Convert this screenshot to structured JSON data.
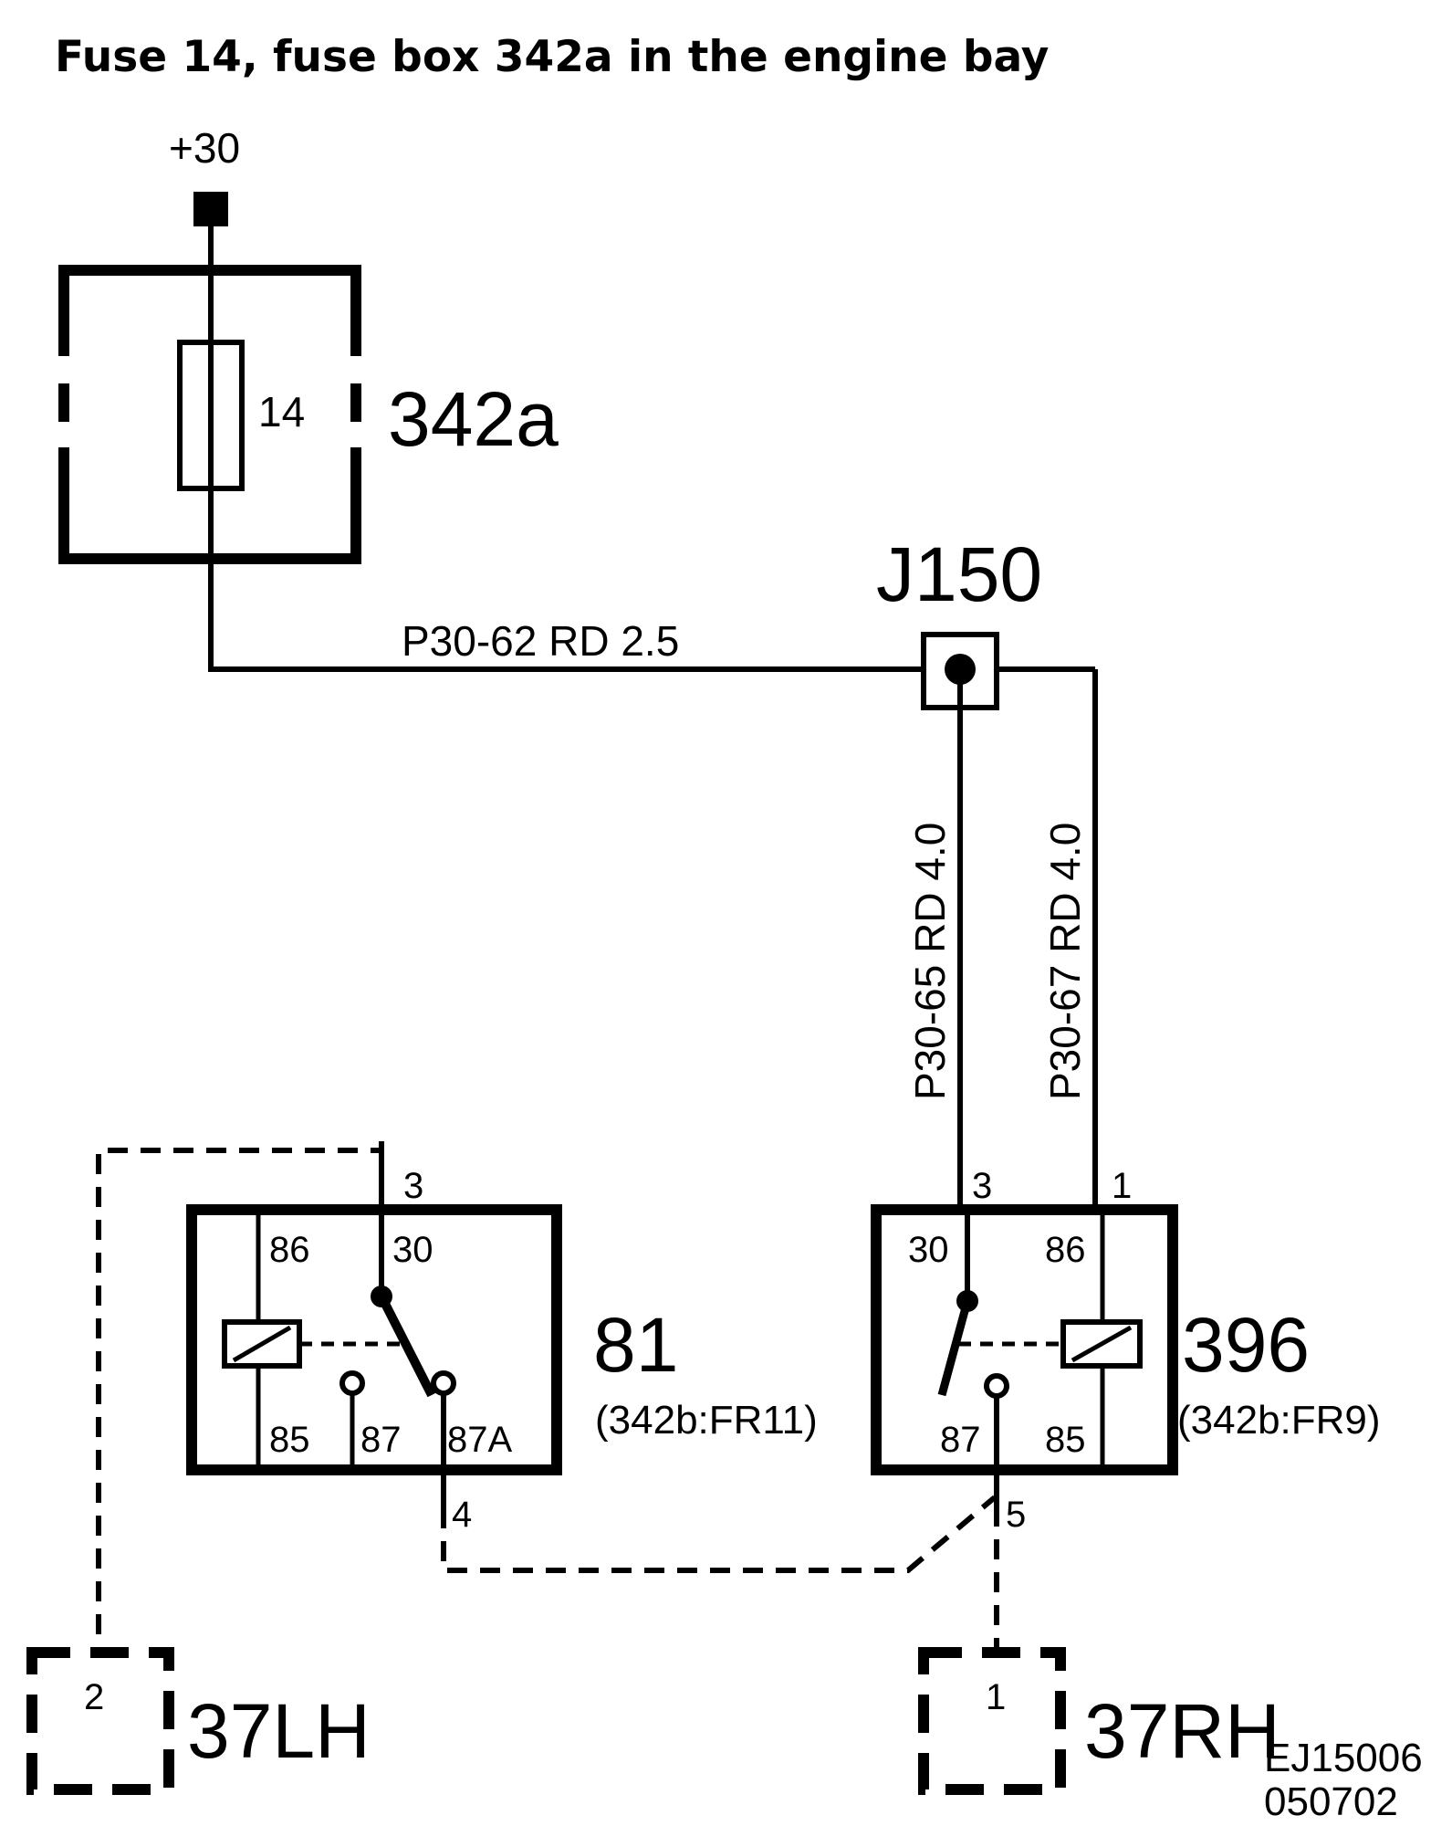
{
  "title": "Fuse 14, fuse box 342a in the engine bay",
  "supply": "+30",
  "fuse_box": {
    "id": "342a",
    "fuse_number": "14"
  },
  "junction": "J150",
  "wires": {
    "w1": "P30-62   RD   2.5",
    "w2": "P30-65  RD  4.0",
    "w3": "P30-67  RD  4.0"
  },
  "relay_81": {
    "id": "81",
    "location": "(342b:FR11)",
    "pins": {
      "p86": "86",
      "p30": "30",
      "p85": "85",
      "p87": "87",
      "p87a": "87A"
    },
    "ext3": "3",
    "ext4": "4"
  },
  "relay_396": {
    "id": "396",
    "location": "(342b:FR9)",
    "pins": {
      "p30": "30",
      "p86": "86",
      "p87": "87",
      "p85": "85"
    },
    "ext3": "3",
    "ext1": "1",
    "ext5": "5"
  },
  "conn_lh": {
    "id": "37LH",
    "pin": "2"
  },
  "conn_rh": {
    "id": "37RH",
    "pin": "1"
  },
  "doc_code": "EJ15006",
  "doc_date": "050702"
}
